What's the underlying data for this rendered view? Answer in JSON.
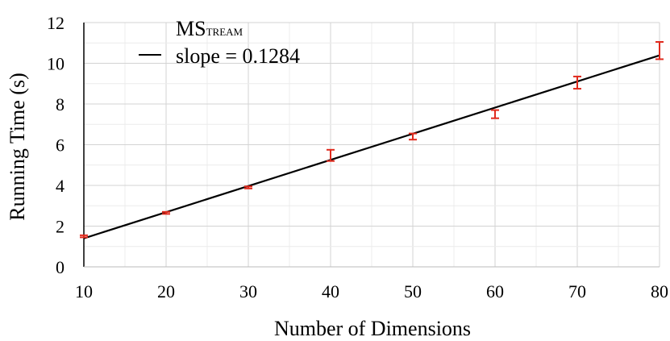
{
  "chart_data": {
    "type": "line",
    "title": "",
    "xlabel": "Number of Dimensions",
    "ylabel": "Running Time (s)",
    "xlim": [
      10,
      80
    ],
    "ylim": [
      0,
      12
    ],
    "x_ticks": [
      10,
      20,
      30,
      40,
      50,
      60,
      70,
      80
    ],
    "y_ticks": [
      0,
      2,
      4,
      6,
      8,
      10,
      12
    ],
    "x_tick_labels": [
      "10",
      "20",
      "30",
      "40",
      "50",
      "60",
      "70",
      "80"
    ],
    "y_tick_labels": [
      "0",
      "2",
      "4",
      "6",
      "8",
      "10",
      "12"
    ],
    "grid": true,
    "legend_position": "top-left",
    "legend": {
      "name_lead": "MS",
      "name_rest": "tream",
      "fit_label": "slope = 0.1284"
    },
    "series": [
      {
        "name": "MStream",
        "color": "#e02a1d",
        "points": [
          {
            "x": 10,
            "y": 1.5,
            "low": 1.45,
            "high": 1.55
          },
          {
            "x": 20,
            "y": 2.65,
            "low": 2.6,
            "high": 2.7
          },
          {
            "x": 30,
            "y": 3.9,
            "low": 3.85,
            "high": 3.95
          },
          {
            "x": 40,
            "y": 5.45,
            "low": 5.2,
            "high": 5.75
          },
          {
            "x": 50,
            "y": 6.4,
            "low": 6.25,
            "high": 6.55
          },
          {
            "x": 60,
            "y": 7.5,
            "low": 7.3,
            "high": 7.7
          },
          {
            "x": 70,
            "y": 9.05,
            "low": 8.75,
            "high": 9.35
          },
          {
            "x": 80,
            "y": 10.65,
            "low": 10.2,
            "high": 11.05
          }
        ]
      }
    ],
    "fit_line": {
      "slope": 0.1284,
      "x_start": 10,
      "y_start": 1.4,
      "x_end": 80,
      "y_end": 10.39,
      "color": "#000000"
    }
  }
}
